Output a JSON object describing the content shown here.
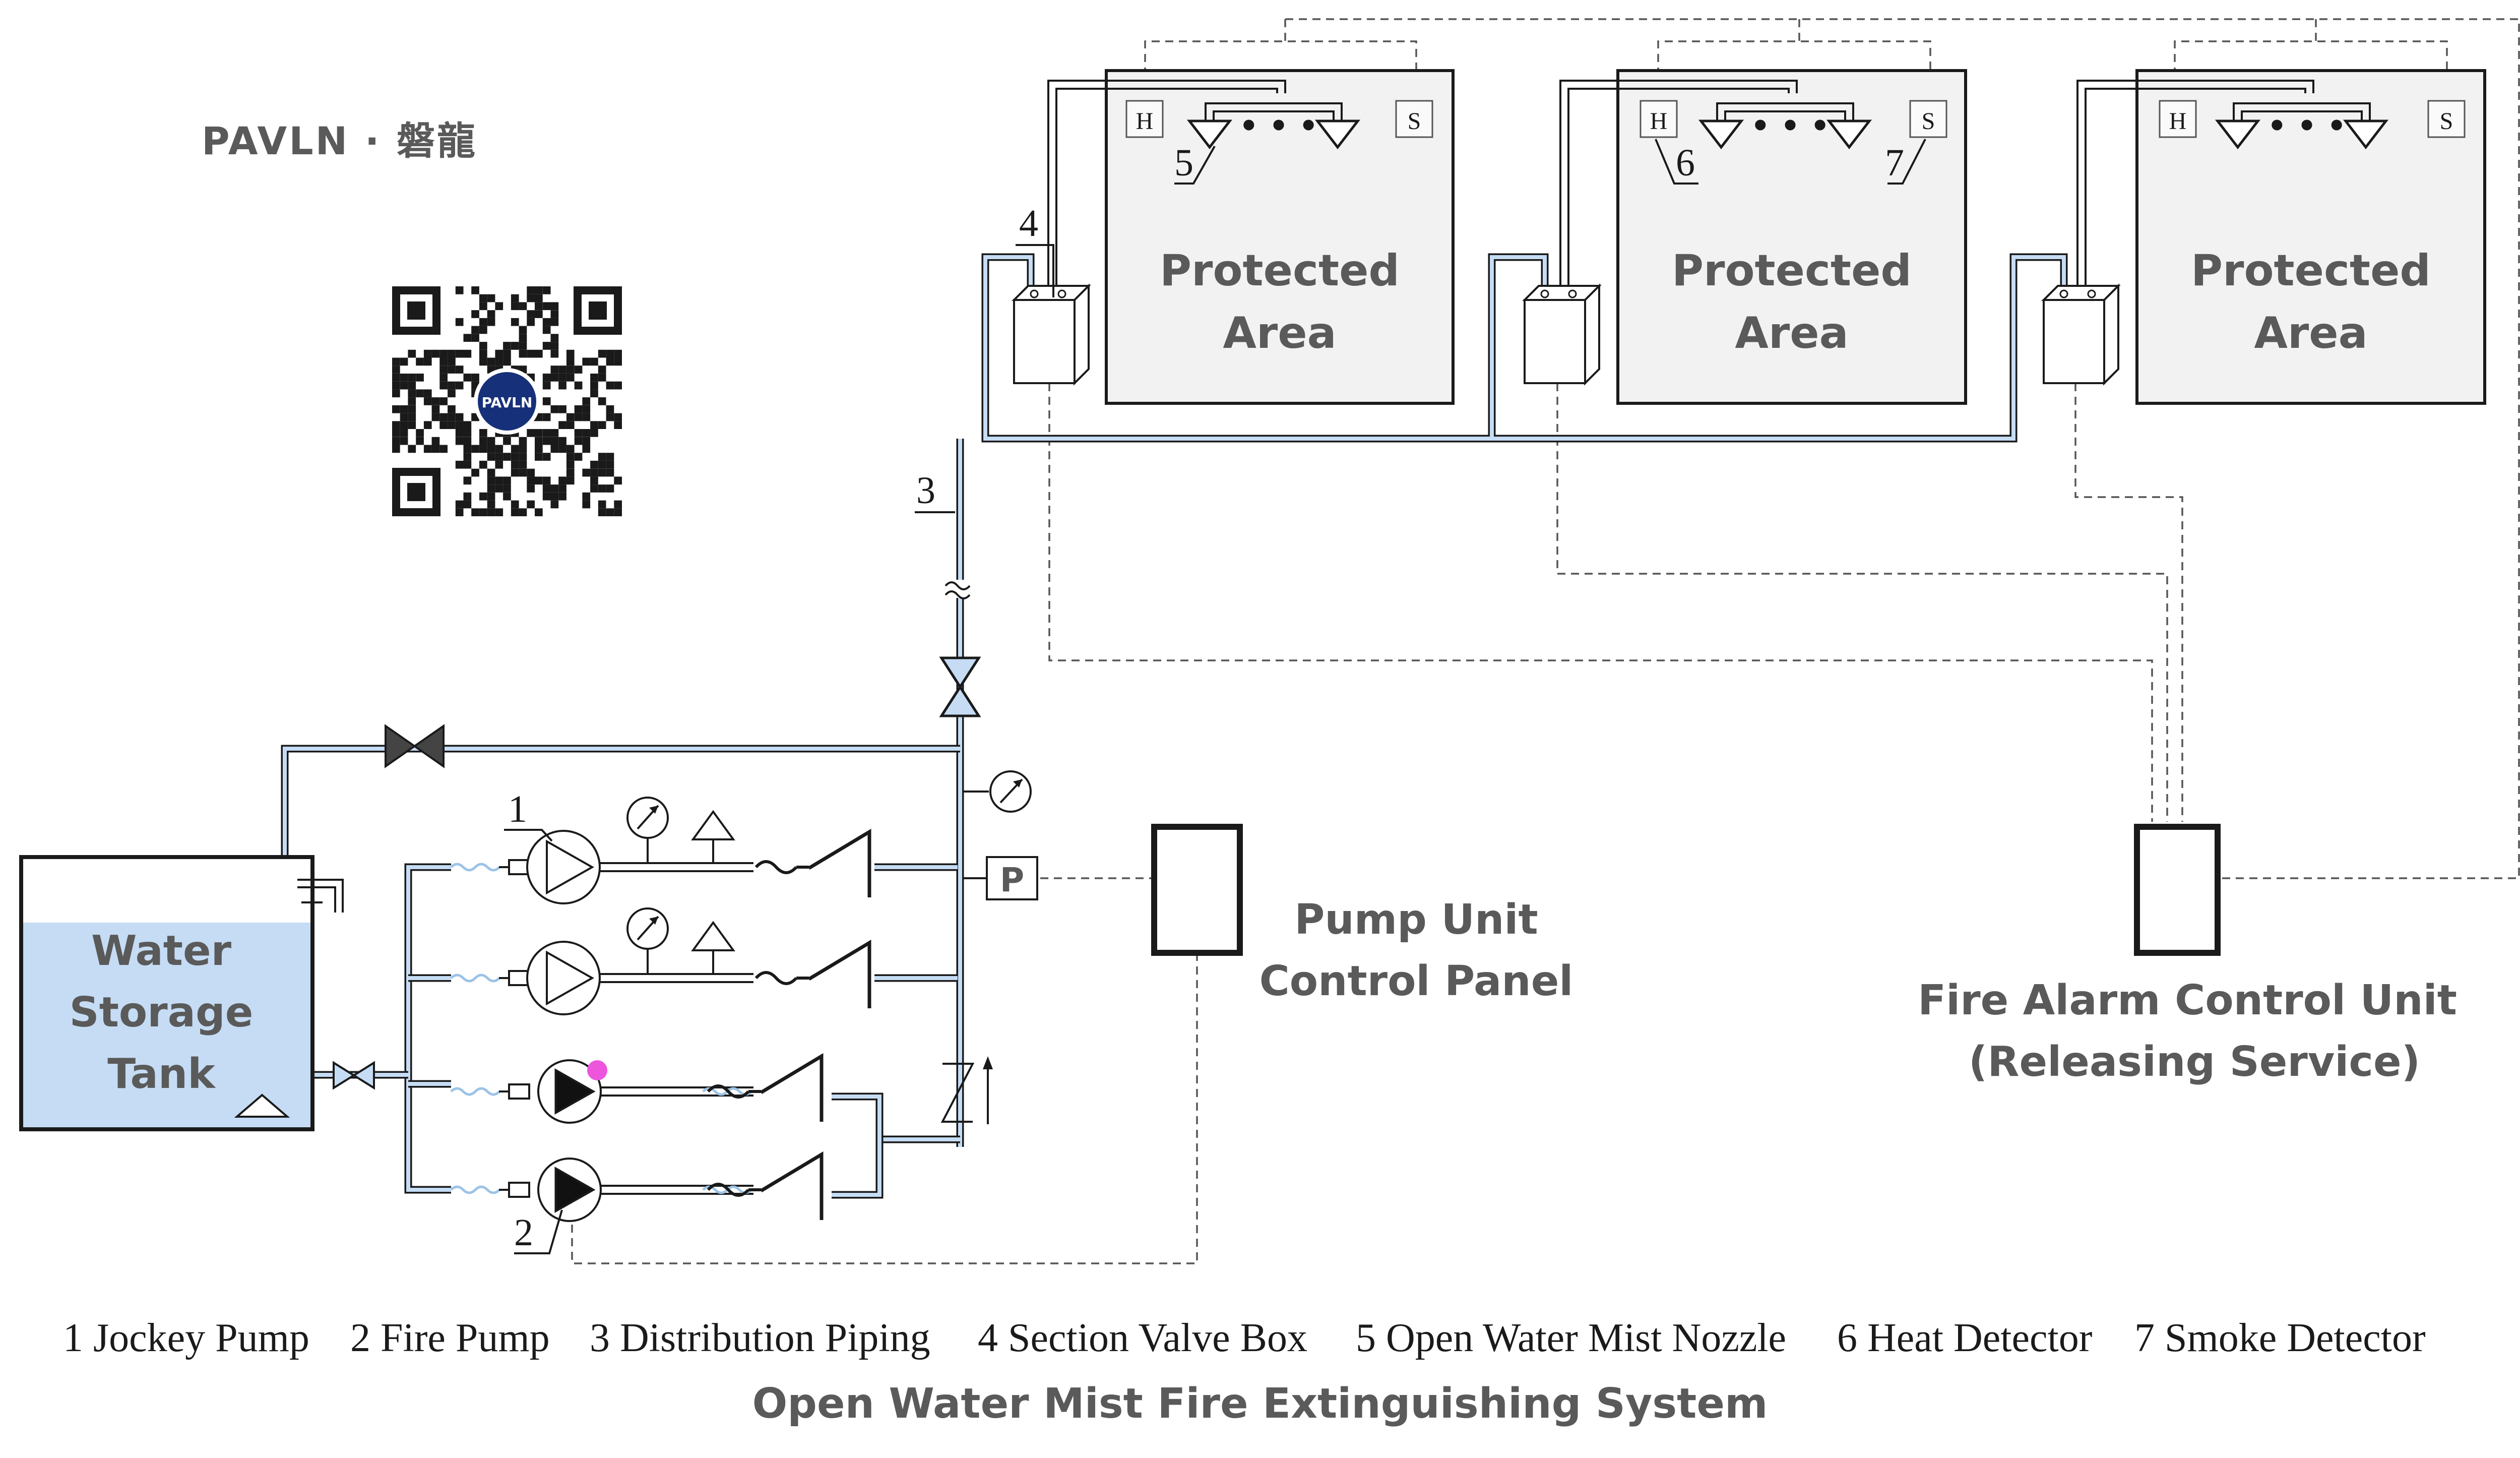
{
  "brand": {
    "logo_text": "PAVLN · 磐龍",
    "qr_center_text": "PAVLN"
  },
  "labels": {
    "protected_area": [
      "Protected",
      "Area"
    ],
    "water_tank": [
      "Water",
      "Storage",
      "Tank"
    ],
    "pump_panel": [
      "Pump Unit",
      "Control Panel"
    ],
    "fire_alarm": [
      "Fire Alarm Control Unit",
      "(Releasing Service)"
    ],
    "heat": "H",
    "smoke": "S",
    "pressure": "P",
    "nozzle_dots": "• • •"
  },
  "callouts": [
    "1",
    "2",
    "3",
    "4",
    "5",
    "6",
    "7"
  ],
  "legend": {
    "items": [
      "1 Jockey Pump",
      "2 Fire Pump",
      "3 Distribution Piping",
      "4 Section Valve Box",
      "5 Open Water Mist Nozzle",
      "6 Heat Detector",
      "7 Smoke Detector"
    ],
    "caption": "Open Water Mist Fire Extinguishing System"
  },
  "colors": {
    "water": "#c5dcf4",
    "line": "#1a1a1a",
    "text": "#5a5a5a",
    "area_fill": "#f2f2f2",
    "indicator": "#ee55dd"
  }
}
